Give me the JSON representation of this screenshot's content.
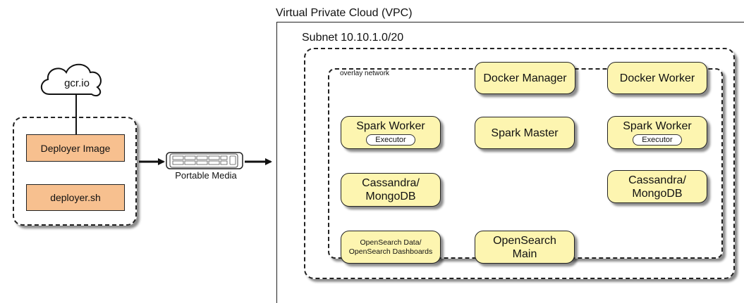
{
  "vpc": {
    "title": "Virtual Private Cloud (VPC)"
  },
  "subnet": {
    "title": "Subnet 10.10.1.0/20"
  },
  "overlay": {
    "title": "overlay network"
  },
  "registry": {
    "label": "gcr.io",
    "icon": "cloud-icon"
  },
  "deployer": {
    "image_label": "Deployer Image",
    "script_label": "deployer.sh"
  },
  "media": {
    "label": "Portable Media",
    "icon": "portable-media-icon"
  },
  "nodes": {
    "docker_manager": "Docker Manager",
    "docker_worker": "Docker Worker",
    "spark_worker_left": "Spark Worker",
    "spark_worker_left_executor": "Executor",
    "spark_master": "Spark Master",
    "spark_worker_right": "Spark Worker",
    "spark_worker_right_executor": "Executor",
    "cassandra_left_line1": "Cassandra/",
    "cassandra_left_line2": "MongoDB",
    "cassandra_right_line1": "Cassandra/",
    "cassandra_right_line2": "MongoDB",
    "opensearch_data_line1": "OpenSearch Data/",
    "opensearch_data_line2": "OpenSearch Dashboards",
    "opensearch_main_line1": "OpenSearch",
    "opensearch_main_line2": "Main"
  },
  "colors": {
    "node_fill": "#fdf5b0",
    "deployer_fill": "#f7c08f",
    "stroke": "#222222"
  }
}
